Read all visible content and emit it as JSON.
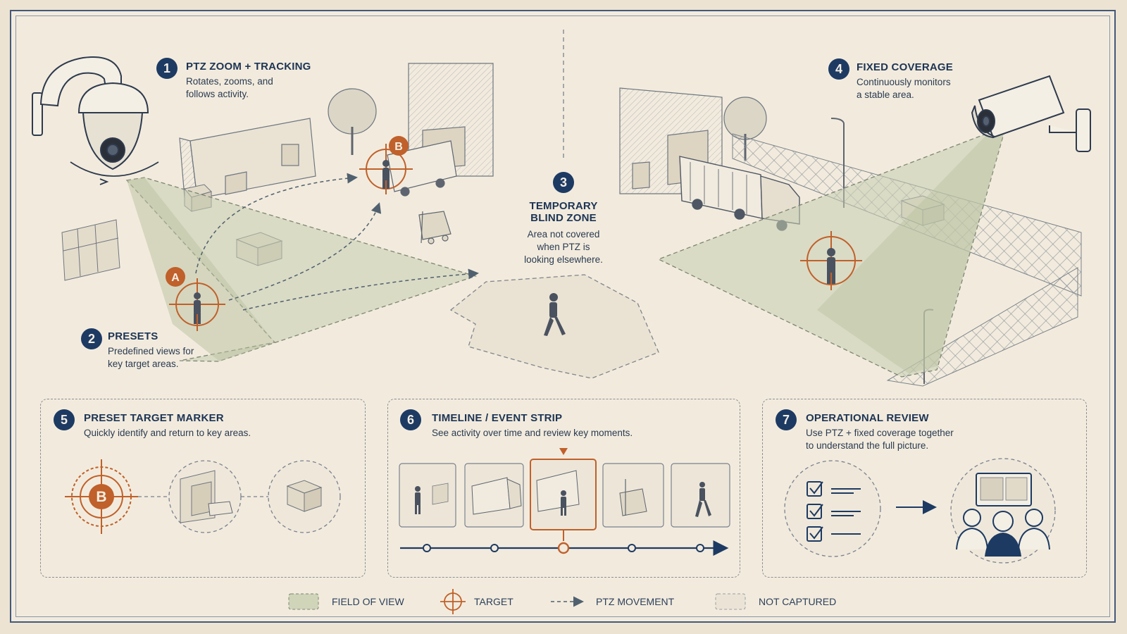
{
  "callouts": {
    "c1": {
      "num": "1",
      "title": "PTZ ZOOM + TRACKING",
      "desc_lines": [
        "Rotates, zooms, and",
        "follows activity."
      ]
    },
    "c2": {
      "num": "2",
      "title": "PRESETS",
      "desc_lines": [
        "Predefined views for",
        "key target areas."
      ]
    },
    "c3": {
      "num": "3",
      "title_lines": [
        "TEMPORARY",
        "BLIND ZONE"
      ],
      "desc_lines": [
        "Area not covered",
        "when PTZ is",
        "looking elsewhere."
      ]
    },
    "c4": {
      "num": "4",
      "title": "FIXED COVERAGE",
      "desc_lines": [
        "Continuously monitors",
        "a stable area."
      ]
    }
  },
  "markers": {
    "a": "A",
    "b": "B"
  },
  "panels": {
    "p5": {
      "num": "5",
      "title": "PRESET TARGET MARKER",
      "desc_lines": [
        "Quickly identify and return to key areas."
      ],
      "marker": "B"
    },
    "p6": {
      "num": "6",
      "title": "TIMELINE / EVENT STRIP",
      "desc_lines": [
        "See activity over time and review key moments."
      ]
    },
    "p7": {
      "num": "7",
      "title": "OPERATIONAL REVIEW",
      "desc_lines": [
        "Use PTZ + fixed coverage together",
        "to understand the full picture."
      ]
    }
  },
  "timeline": {
    "event_count": 5,
    "selected_index": 2
  },
  "legend": {
    "field_of_view": "FIELD OF VIEW",
    "target": "TARGET",
    "ptz_movement": "PTZ MOVEMENT",
    "not_captured": "NOT CAPTURED"
  },
  "colors": {
    "ink": "#1d3455",
    "accent": "#c0602a",
    "fov_fill": "#c7ceb0",
    "paper": "#f2ebdd"
  }
}
